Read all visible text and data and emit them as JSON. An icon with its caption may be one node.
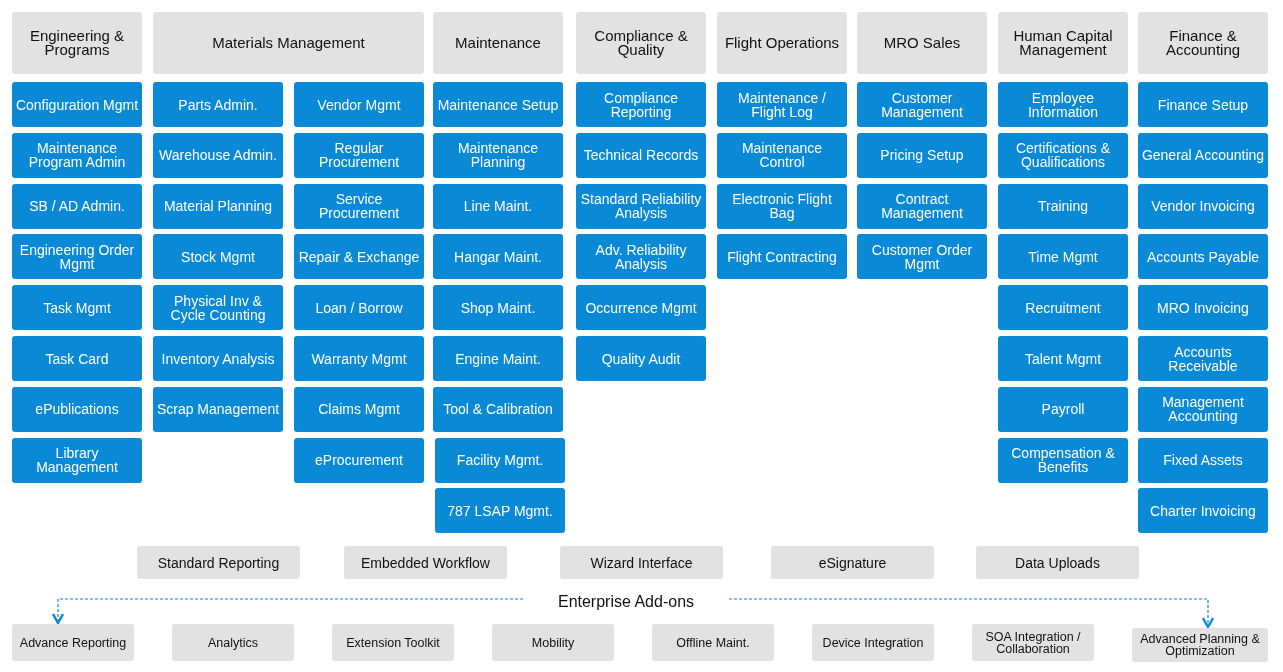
{
  "diagram": {
    "nodes": [
      {
        "text": [
          "Engineering & Programs"
        ]
      },
      {
        "text": [
          "Configuration Mgmt"
        ]
      },
      {
        "text": [
          "Maintenance Program Admin"
        ]
      },
      {
        "text": [
          "SB / AD Admin."
        ]
      },
      {
        "text": [
          "Engineering Order Mgmt"
        ]
      },
      {
        "text": [
          "Task Mgmt"
        ]
      },
      {
        "text": [
          "Task Card"
        ]
      },
      {
        "text": [
          "ePublications"
        ]
      },
      {
        "text": [
          "Library Management"
        ]
      },
      {
        "text": [
          "Materials Management"
        ]
      },
      {
        "text": [
          "Parts Admin."
        ]
      },
      {
        "text": [
          "Warehouse Admin."
        ]
      },
      {
        "text": [
          "Material Planning"
        ]
      },
      {
        "text": [
          "Stock Mgmt"
        ]
      },
      {
        "text": [
          "Physical Inv & Cycle Counting"
        ]
      },
      {
        "text": [
          "Inventory Analysis"
        ]
      },
      {
        "text": [
          "Scrap Management"
        ]
      },
      {
        "text": [
          "Vendor Mgmt"
        ]
      },
      {
        "text": [
          "Regular Procurement"
        ]
      },
      {
        "text": [
          "Service Procurement"
        ]
      },
      {
        "text": [
          "Repair & Exchange"
        ]
      },
      {
        "text": [
          "Loan / Borrow"
        ]
      },
      {
        "text": [
          "Warranty Mgmt"
        ]
      },
      {
        "text": [
          "Claims Mgmt"
        ]
      },
      {
        "text": [
          "eProcurement"
        ]
      },
      {
        "text": [
          "Maintenance"
        ]
      },
      {
        "text": [
          "Maintenance Setup"
        ]
      },
      {
        "text": [
          "Maintenance Planning"
        ]
      },
      {
        "text": [
          "Line Maint."
        ]
      },
      {
        "text": [
          "Hangar Maint."
        ]
      },
      {
        "text": [
          "Shop Maint."
        ]
      },
      {
        "text": [
          "Engine Maint."
        ]
      },
      {
        "text": [
          "Tool & Calibration"
        ]
      },
      {
        "text": [
          "Facility Mgmt."
        ]
      },
      {
        "text": [
          "787 LSAP Mgmt."
        ]
      },
      {
        "text": [
          "Compliance & Quality"
        ]
      },
      {
        "text": [
          "Compliance Reporting"
        ]
      },
      {
        "text": [
          "Technical Records"
        ]
      },
      {
        "text": [
          "Standard Reliability Analysis"
        ]
      },
      {
        "text": [
          "Adv. Reliability Analysis"
        ]
      },
      {
        "text": [
          "Occurrence Mgmt"
        ]
      },
      {
        "text": [
          "Quality Audit"
        ]
      },
      {
        "text": [
          "Flight Operations"
        ]
      },
      {
        "text": [
          "Maintenance / Flight Log"
        ]
      },
      {
        "text": [
          "Maintenance Control"
        ]
      },
      {
        "text": [
          "Electronic Flight Bag"
        ]
      },
      {
        "text": [
          "Flight Contracting"
        ]
      },
      {
        "text": [
          "MRO Sales"
        ]
      },
      {
        "text": [
          "Customer Management"
        ]
      },
      {
        "text": [
          "Pricing Setup"
        ]
      },
      {
        "text": [
          "Contract Management"
        ]
      },
      {
        "text": [
          "Customer Order Mgmt"
        ]
      },
      {
        "text": [
          "Human Capital Management"
        ]
      },
      {
        "text": [
          "Employee Information"
        ]
      },
      {
        "text": [
          "Certifications & Qualifications"
        ]
      },
      {
        "text": [
          "Training"
        ]
      },
      {
        "text": [
          "Time Mgmt"
        ]
      },
      {
        "text": [
          "Recruitment"
        ]
      },
      {
        "text": [
          "Talent Mgmt"
        ]
      },
      {
        "text": [
          "Payroll"
        ]
      },
      {
        "text": [
          "Compensation & Benefits"
        ]
      },
      {
        "text": [
          "Finance & Accounting"
        ]
      },
      {
        "text": [
          "Finance Setup"
        ]
      },
      {
        "text": [
          "General Accounting"
        ]
      },
      {
        "text": [
          "Vendor Invoicing"
        ]
      },
      {
        "text": [
          "Accounts Payable"
        ]
      },
      {
        "text": [
          "MRO Invoicing"
        ]
      },
      {
        "text": [
          "Accounts Receivable"
        ]
      },
      {
        "text": [
          "Management Accounting"
        ]
      },
      {
        "text": [
          "Fixed Assets"
        ]
      },
      {
        "text": [
          "Charter Invoicing"
        ]
      },
      {
        "text": [
          "Standard Reporting"
        ]
      },
      {
        "text": [
          "Embedded Workflow"
        ]
      },
      {
        "text": [
          "Wizard Interface"
        ]
      },
      {
        "text": [
          "eSignature"
        ]
      },
      {
        "text": [
          "Data Uploads"
        ]
      },
      {
        "text": [
          "Enterprise Add-ons"
        ]
      },
      {
        "text": [
          "Advance Reporting"
        ]
      },
      {
        "text": [
          "Analytics"
        ]
      },
      {
        "text": [
          "Extension Toolkit"
        ]
      },
      {
        "text": [
          "Mobility"
        ]
      },
      {
        "text": [
          "Offline Maint."
        ]
      },
      {
        "text": [
          "Device Integration"
        ]
      },
      {
        "text": [
          "SOA Integration / Collaboration"
        ]
      },
      {
        "text": [
          "Advanced Planning & Optimization"
        ]
      }
    ],
    "edges": [
      {
        "from": 76,
        "to": 77,
        "arrow": "to",
        "style": "dashed"
      },
      {
        "from": 76,
        "to": 84,
        "arrow": "to",
        "style": "dashed"
      }
    ]
  }
}
